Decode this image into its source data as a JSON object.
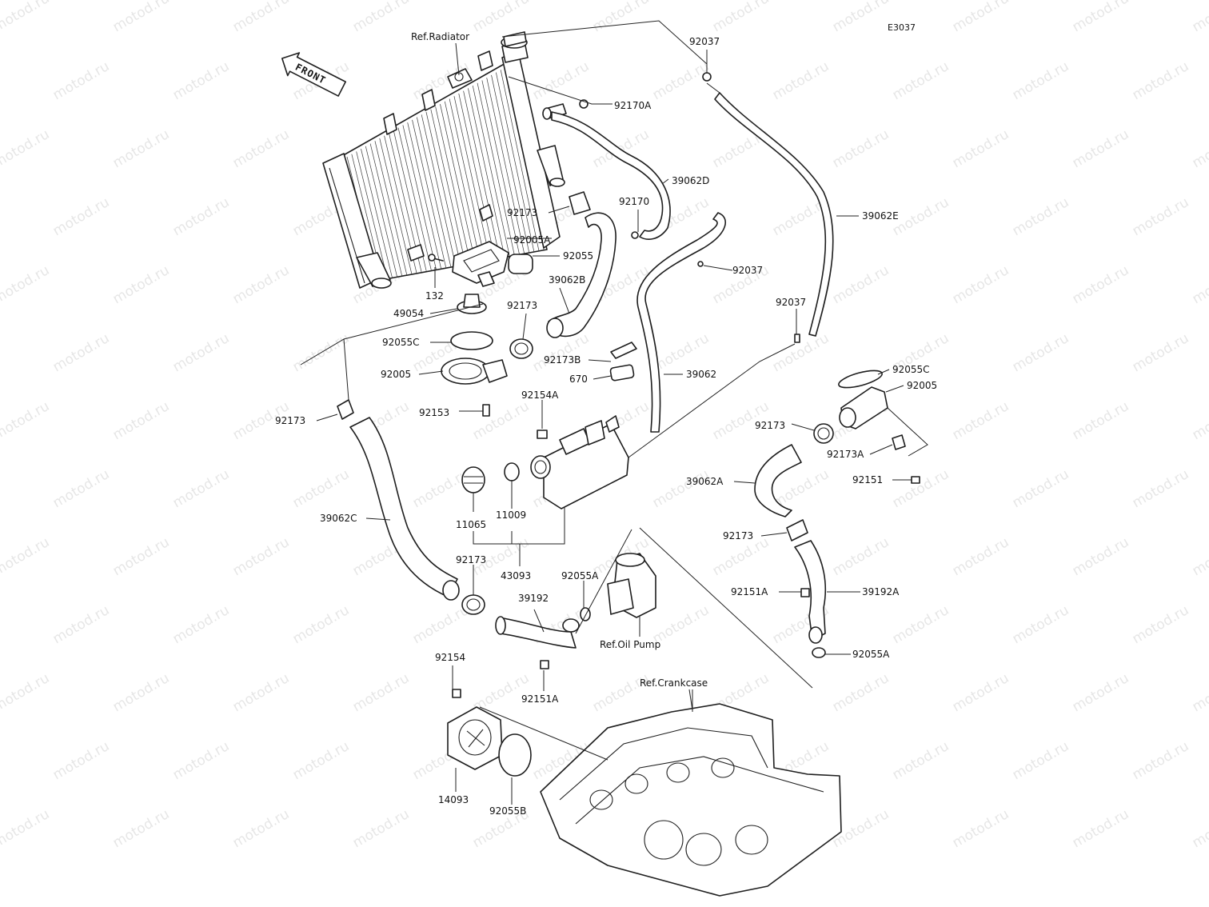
{
  "diagram": {
    "code": "E3037",
    "front_label": "FRONT",
    "watermark": "motod.ru",
    "labels": [
      {
        "id": "ref-radiator",
        "text": "Ref.Radiator"
      },
      {
        "id": "p92037-top",
        "text": "92037"
      },
      {
        "id": "p92170a",
        "text": "92170A"
      },
      {
        "id": "p39062d",
        "text": "39062D"
      },
      {
        "id": "p92170",
        "text": "92170"
      },
      {
        "id": "p39062e",
        "text": "39062E"
      },
      {
        "id": "p92173-a",
        "text": "92173"
      },
      {
        "id": "p92005a",
        "text": "92005A"
      },
      {
        "id": "p92055",
        "text": "92055"
      },
      {
        "id": "p132",
        "text": "132"
      },
      {
        "id": "p39062b",
        "text": "39062B"
      },
      {
        "id": "p92037-mid",
        "text": "92037"
      },
      {
        "id": "p49054",
        "text": "49054"
      },
      {
        "id": "p92173-b",
        "text": "92173"
      },
      {
        "id": "p92037-right",
        "text": "92037"
      },
      {
        "id": "p92055c-left",
        "text": "92055C"
      },
      {
        "id": "p92173b",
        "text": "92173B"
      },
      {
        "id": "p92005-left",
        "text": "92005"
      },
      {
        "id": "p670",
        "text": "670"
      },
      {
        "id": "p39062",
        "text": "39062"
      },
      {
        "id": "p92055c-right",
        "text": "92055C"
      },
      {
        "id": "p92005-right",
        "text": "92005"
      },
      {
        "id": "p92154a",
        "text": "92154A"
      },
      {
        "id": "p92153",
        "text": "92153"
      },
      {
        "id": "p92173-c",
        "text": "92173"
      },
      {
        "id": "p92173-d",
        "text": "92173"
      },
      {
        "id": "p92173a",
        "text": "92173A"
      },
      {
        "id": "p92151",
        "text": "92151"
      },
      {
        "id": "p39062a",
        "text": "39062A"
      },
      {
        "id": "p11065",
        "text": "11065"
      },
      {
        "id": "p11009",
        "text": "11009"
      },
      {
        "id": "p39062c",
        "text": "39062C"
      },
      {
        "id": "p92173-e",
        "text": "92173"
      },
      {
        "id": "p92173-f",
        "text": "92173"
      },
      {
        "id": "p43093",
        "text": "43093"
      },
      {
        "id": "p92055a-left",
        "text": "92055A"
      },
      {
        "id": "p92151a-right",
        "text": "92151A"
      },
      {
        "id": "p39192a",
        "text": "39192A"
      },
      {
        "id": "p39192",
        "text": "39192"
      },
      {
        "id": "ref-oil-pump",
        "text": "Ref.Oil Pump"
      },
      {
        "id": "p92055a-right",
        "text": "92055A"
      },
      {
        "id": "p92154",
        "text": "92154"
      },
      {
        "id": "p92151a-bottom",
        "text": "92151A"
      },
      {
        "id": "ref-crankcase",
        "text": "Ref.Crankcase"
      },
      {
        "id": "p14093",
        "text": "14093"
      },
      {
        "id": "p92055b",
        "text": "92055B"
      }
    ]
  }
}
